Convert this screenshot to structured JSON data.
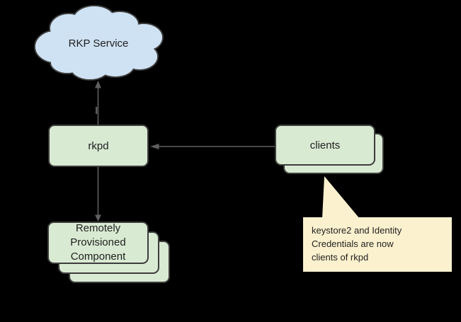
{
  "colors": {
    "background": "#000000",
    "cloud_fill": "#cfe2f3",
    "box_fill": "#d9ead3",
    "callout_fill": "#fbf1ce",
    "border": "#3d3d3d",
    "connector": "#5f5f5f",
    "text": "#1f1f1f"
  },
  "cloud": {
    "label": "RKP Service"
  },
  "rkpd_box": {
    "label": "rkpd"
  },
  "clients_box": {
    "label": "clients",
    "stack_count": 2
  },
  "rpc_box": {
    "lines": [
      "Remotely",
      "Provisioned",
      "Component"
    ],
    "stack_count": 3
  },
  "callout": {
    "lines": [
      "keystore2 and Identity",
      "Credentials are now",
      "clients of rkpd"
    ],
    "points_to": "clients"
  },
  "connectors": [
    {
      "from": "rkpd",
      "to": "rkp-service",
      "arrow_at": "rkp-service"
    },
    {
      "from": "clients",
      "to": "rkpd",
      "arrow_at": "rkpd"
    },
    {
      "from": "rkpd",
      "to": "remotely-provisioned-component",
      "arrow_at": "remotely-provisioned-component"
    }
  ]
}
